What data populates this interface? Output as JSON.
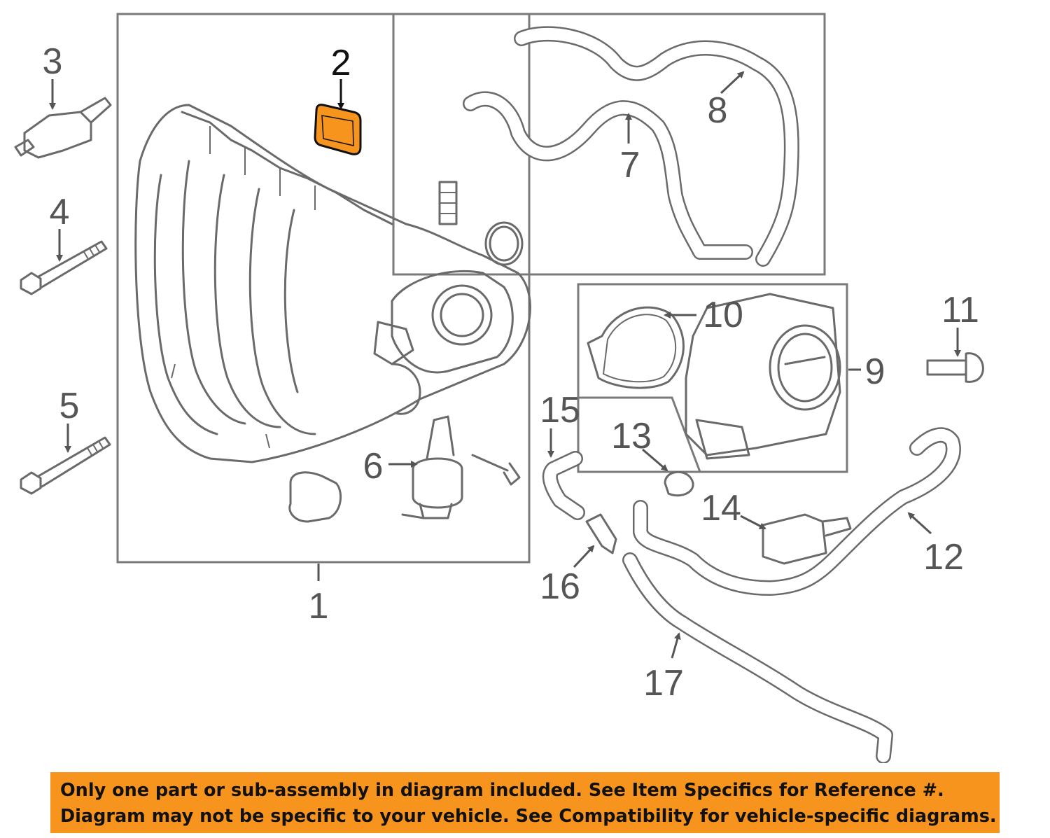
{
  "callouts": [
    {
      "num": "1"
    },
    {
      "num": "2"
    },
    {
      "num": "3"
    },
    {
      "num": "4"
    },
    {
      "num": "5"
    },
    {
      "num": "6"
    },
    {
      "num": "7"
    },
    {
      "num": "8"
    },
    {
      "num": "9"
    },
    {
      "num": "10"
    },
    {
      "num": "11"
    },
    {
      "num": "12"
    },
    {
      "num": "13"
    },
    {
      "num": "14"
    },
    {
      "num": "15"
    },
    {
      "num": "16"
    },
    {
      "num": "17"
    }
  ],
  "highlight": {
    "part": "2",
    "color": "#f7941d"
  },
  "notice": {
    "line1": "Only one part or sub-assembly in diagram included. See Item Specifics for Reference #.",
    "line2": "Diagram may not be specific to your vehicle. See Compatibility for vehicle-specific diagrams.",
    "background": "#f7941d"
  }
}
